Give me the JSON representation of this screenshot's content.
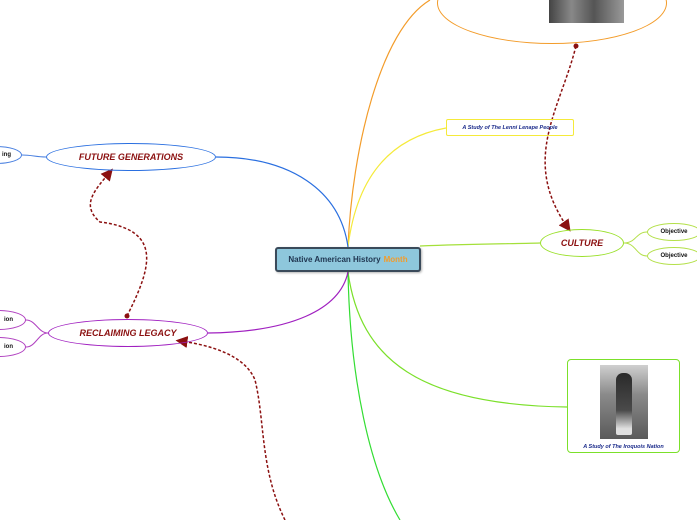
{
  "central": {
    "title": "Native American History",
    "accent": "Month"
  },
  "branches": {
    "future_generations": "FUTURE GENERATIONS",
    "reclaiming_legacy": "RECLAIMING LEGACY",
    "culture": "CULTURE"
  },
  "sub_nodes": {
    "objective_1": "Objective",
    "objective_2": "Objective",
    "future_child": "ing",
    "reclaim_child_1": "ion",
    "reclaim_child_2": "ion"
  },
  "topics": {
    "lenni_lenape": "A Study of The Lenni Lenape People",
    "iroquois": "A Study of The Iroquois Nation"
  },
  "colors": {
    "central_fill": "#8ec7dc",
    "future": "#2a6fe0",
    "reclaim": "#a020c0",
    "culture": "#9ae02a",
    "top": "#f39c2a",
    "lenni": "#f5ea3a",
    "iroquois": "#33dd33",
    "relationship": "#8b1010"
  }
}
